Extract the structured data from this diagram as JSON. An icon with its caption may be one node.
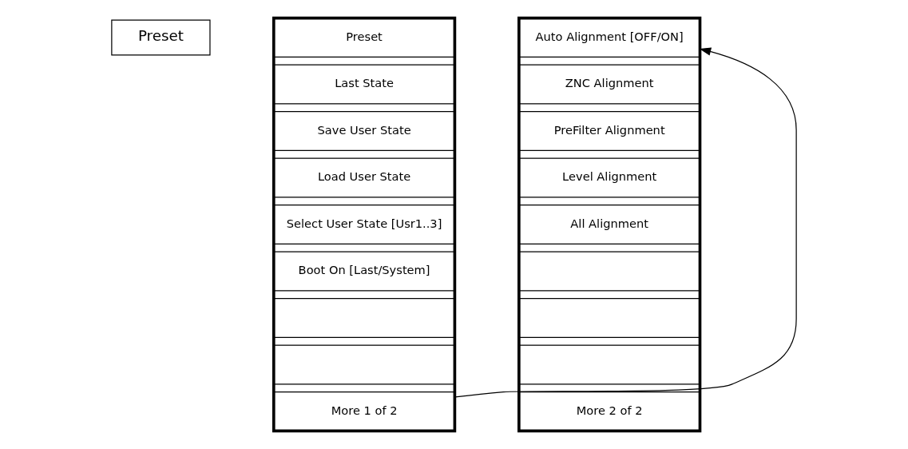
{
  "diagram": {
    "nodes": [
      {
        "text": [
          "Preset"
        ]
      },
      {
        "text": [],
        "shape": "box"
      },
      {
        "text": [
          "Preset"
        ],
        "in": 1
      },
      {
        "text": [
          "Last State"
        ],
        "in": 1
      },
      {
        "text": [
          "Save User State"
        ],
        "in": 1
      },
      {
        "text": [
          "Load User State"
        ],
        "in": 1
      },
      {
        "text": [
          "Select User State [Usr1..3]"
        ],
        "in": 1
      },
      {
        "text": [
          "Boot On [Last/System]"
        ],
        "in": 1
      },
      {
        "text": [],
        "shape": "box",
        "in": 1
      },
      {
        "text": [],
        "shape": "box",
        "in": 1
      },
      {
        "text": [
          "More 1 of 2"
        ],
        "in": 1
      },
      {
        "text": [],
        "shape": "box"
      },
      {
        "text": [
          "Auto Alignment [OFF/ON]"
        ],
        "in": 11
      },
      {
        "text": [
          "ZNC Alignment"
        ],
        "in": 11
      },
      {
        "text": [
          "PreFilter Alignment"
        ],
        "in": 11
      },
      {
        "text": [
          "Level Alignment"
        ],
        "in": 11
      },
      {
        "text": [
          "All Alignment"
        ],
        "in": 11
      },
      {
        "text": [],
        "shape": "box",
        "in": 11
      },
      {
        "text": [],
        "shape": "box",
        "in": 11
      },
      {
        "text": [],
        "shape": "box",
        "in": 11
      },
      {
        "text": [
          "More 2 of 2"
        ],
        "in": 11
      }
    ],
    "edges": [
      {
        "from": 10,
        "to": 12,
        "arrow": "to"
      }
    ]
  }
}
